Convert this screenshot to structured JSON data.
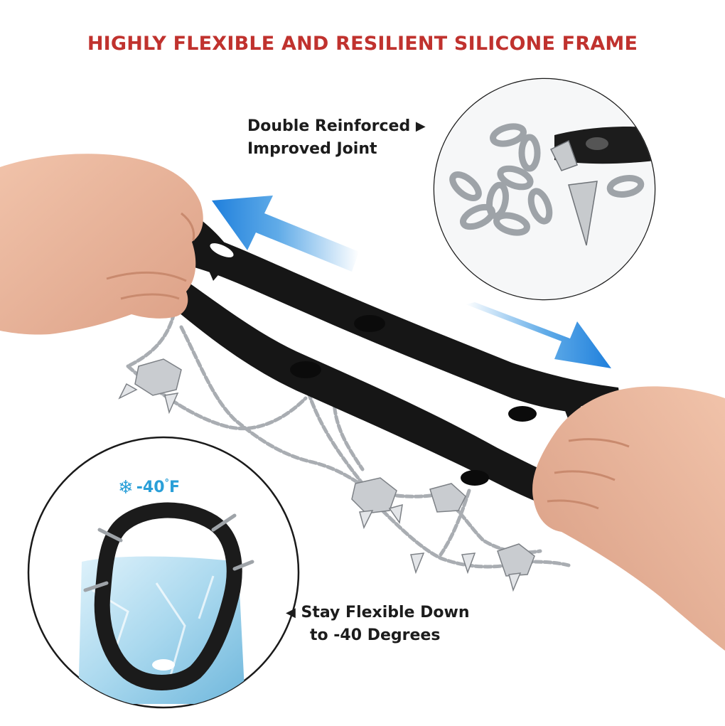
{
  "headline": "HIGHLY FLEXIBLE AND RESILIENT SILICONE FRAME",
  "callout_joint": {
    "line1": "Double Reinforced",
    "line2": "Improved Joint",
    "marker": "▶"
  },
  "callout_cold": {
    "line1": "Stay Flexible Down",
    "line2": "to -40 Degrees",
    "marker": "◀"
  },
  "temp_badge": {
    "icon": "snowflake-icon",
    "value": "-40",
    "degree": "°",
    "unit": "F"
  },
  "colors": {
    "headline": "#c0322e",
    "text": "#1c1c1c",
    "badge": "#2a9fd8",
    "arrow": "#2b8fe0",
    "silicone": "#151515",
    "skin": "#e9b49a"
  }
}
